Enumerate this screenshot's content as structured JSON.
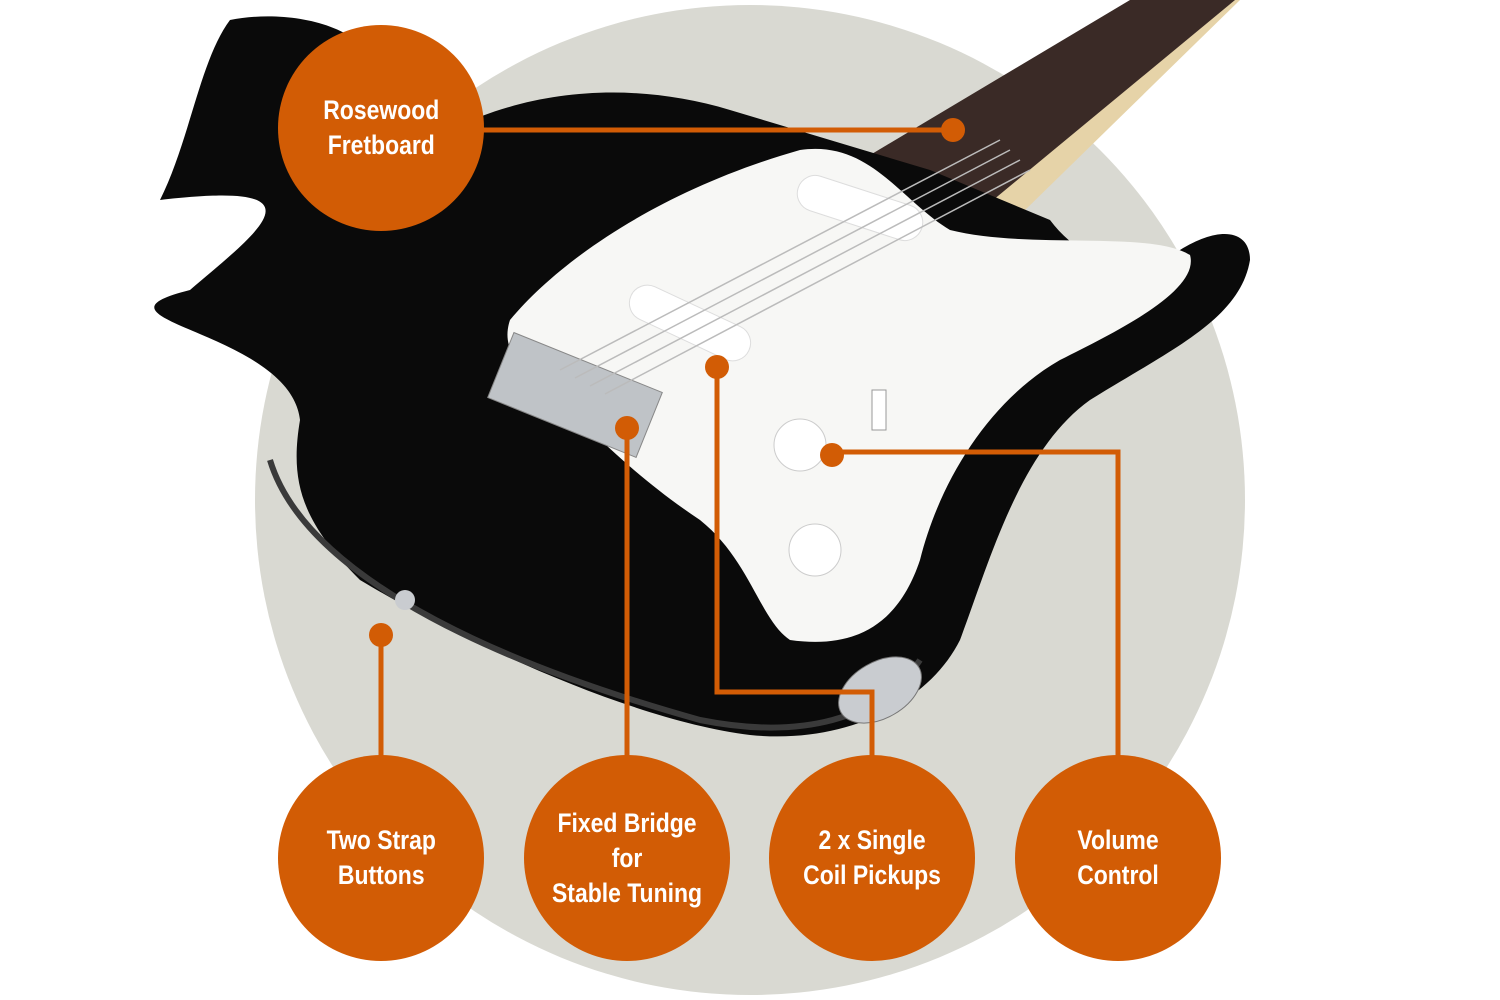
{
  "colors": {
    "accent": "#d25c05",
    "backdrop": "#d9d9d2",
    "body": "#0a0a0a",
    "pickguard": "#f7f7f5",
    "fretboard": "#3a2a26"
  },
  "callouts": [
    {
      "id": "rosewood-fretboard",
      "label": "Rosewood\nFretboard"
    },
    {
      "id": "two-strap-buttons",
      "label": "Two Strap\nButtons"
    },
    {
      "id": "fixed-bridge",
      "label": "Fixed Bridge for\nStable Tuning"
    },
    {
      "id": "single-coil-pickups",
      "label": "2 x Single\nCoil Pickups"
    },
    {
      "id": "volume-control",
      "label": "Volume\nControl"
    }
  ]
}
